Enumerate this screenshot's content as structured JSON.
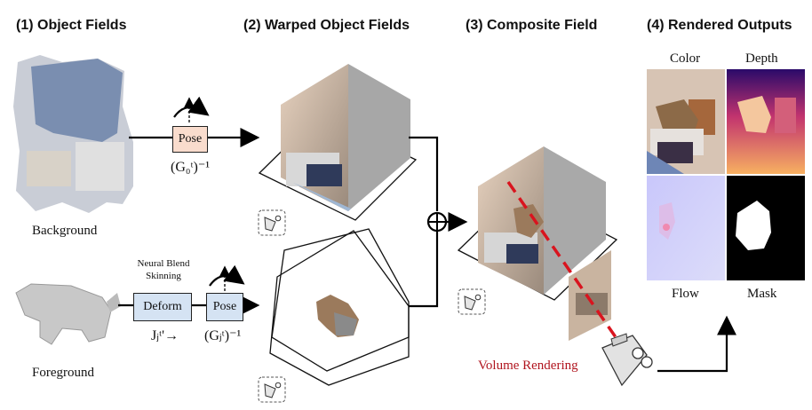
{
  "headers": {
    "object_fields": "(1) Object Fields",
    "warped_fields": "(2) Warped Object Fields",
    "composite_field": "(3) Composite Field",
    "rendered_outputs": "(4) Rendered Outputs"
  },
  "left": {
    "background_label": "Background",
    "foreground_label": "Foreground",
    "pose_label": "Pose",
    "pose2_label": "Pose",
    "deform_label": "Deform",
    "nbs_label": "Neural Blend Skinning",
    "pose_math_bg": "(G₀ᵗ)⁻¹",
    "pose_math_fg": "(Gⱼᵗ)⁻¹",
    "deform_math": "Jⱼᵗ'→"
  },
  "composite": {
    "volume_rendering": "Volume Rendering"
  },
  "outputs": {
    "color": "Color",
    "depth": "Depth",
    "flow": "Flow",
    "mask": "Mask"
  },
  "colors": {
    "pose_box_bg": "#f9dccd",
    "deform_box_bg": "#d5e3f3",
    "ray_red": "#d9141e",
    "volume_text": "#b0141e"
  },
  "icons": [
    "rotate-arrow-icon",
    "camera-icon",
    "plus-circle-icon"
  ]
}
